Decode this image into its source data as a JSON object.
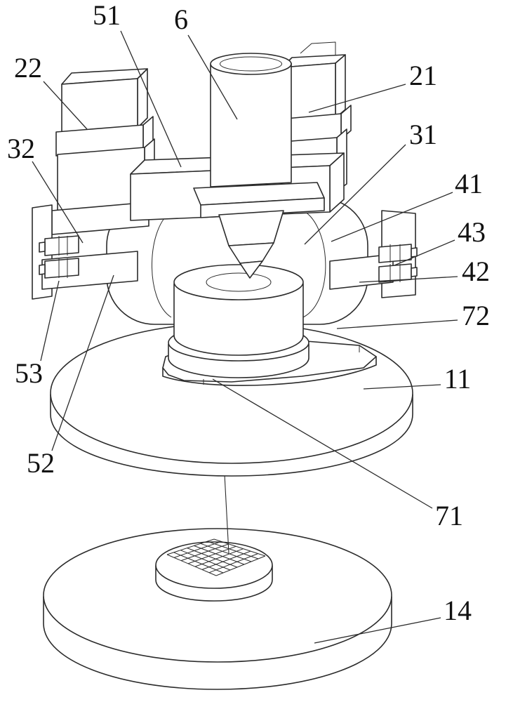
{
  "colors": {
    "bg": "#ffffff",
    "line": "#2b2b2b",
    "label": "#111111"
  },
  "labels": {
    "n51": "51",
    "n6": "6",
    "n22": "22",
    "n21": "21",
    "n32": "32",
    "n31": "31",
    "n41": "41",
    "n43": "43",
    "n42": "42",
    "n72": "72",
    "n11": "11",
    "n53": "53",
    "n52": "52",
    "n71": "71",
    "n14": "14"
  }
}
